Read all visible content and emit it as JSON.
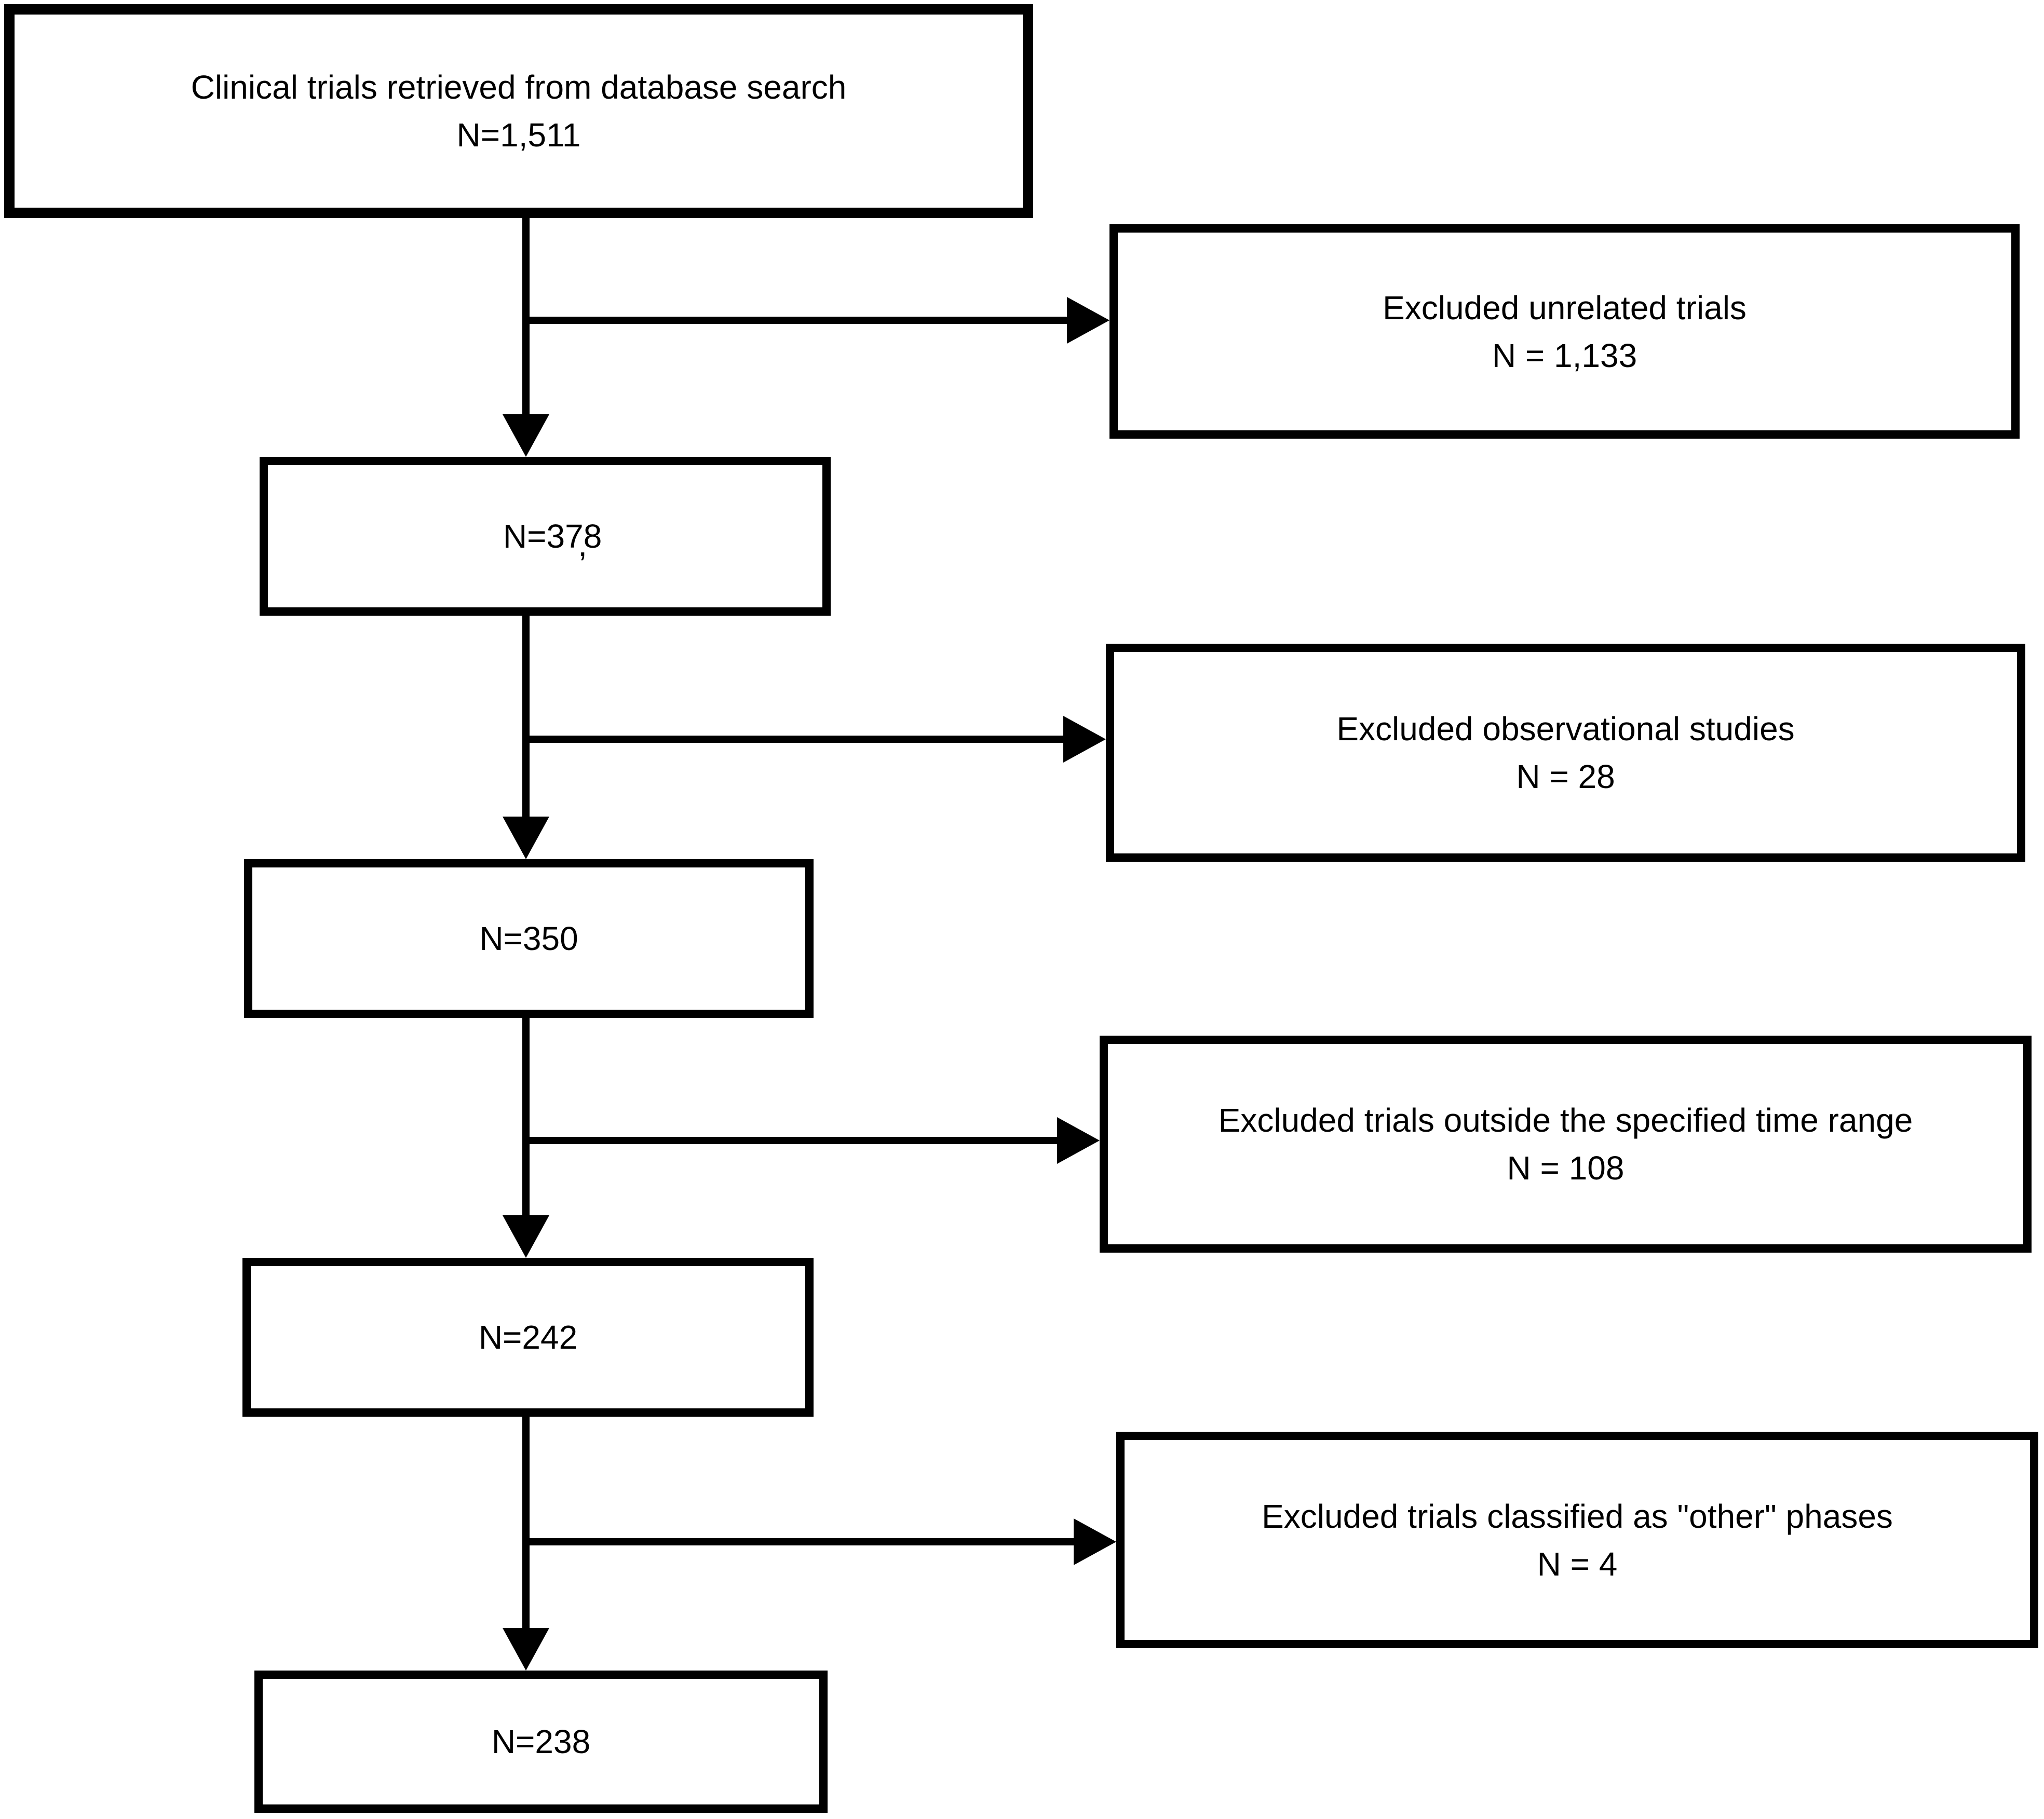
{
  "flow": {
    "type": "flowchart",
    "main": [
      {
        "line1": "Clinical trials retrieved from database search",
        "line2": "N=1,511"
      },
      {
        "line1": "N=378",
        "stray": ","
      },
      {
        "line1": "N=350"
      },
      {
        "line1": "N=242"
      },
      {
        "line1": "N=238"
      }
    ],
    "exclusions": [
      {
        "line1": "Excluded unrelated trials",
        "line2": "N = 1,133"
      },
      {
        "line1": "Excluded observational studies",
        "line2": "N = 28"
      },
      {
        "line1": "Excluded trials outside the specified time range",
        "line2": "N = 108"
      },
      {
        "line1": "Excluded trials classified as \"other\" phases",
        "line2": "N = 4"
      }
    ],
    "colors": {
      "line": "#000000",
      "text": "#000000",
      "background": "#ffffff"
    }
  }
}
